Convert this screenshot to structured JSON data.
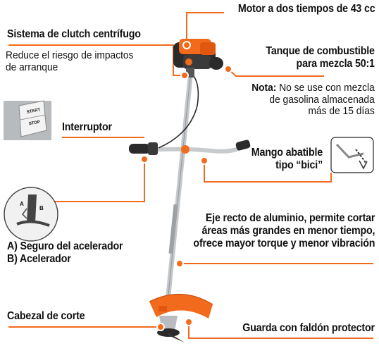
{
  "labels": {
    "motor": "Motor a dos tiempos de 43 cc",
    "clutch_title": "Sistema de clutch centrífugo",
    "clutch_desc_1": "Reduce el riesgo de impactos",
    "clutch_desc_2": "de arranque",
    "tank_1": "Tanque de combustible",
    "tank_2": "para mezcla 50:1",
    "note_bold": "Nota:",
    "note_1": " No se use con mezcla",
    "note_2": "de gasolina almacenada",
    "note_3": "más de 15 días",
    "switch": "Interruptor",
    "switch_start": "START",
    "switch_stop": "STOP",
    "handle_1": "Mango abatible",
    "handle_2": "tipo “bici”",
    "shaft_1": "Eje recto de aluminio, permite cortar",
    "shaft_2": "áreas más grandes en menor tiempo,",
    "shaft_3": "ofrece mayor torque y menor vibración",
    "throttle_a": "A)  Seguro del acelerador",
    "throttle_b": "B)  Acelerador",
    "inset_a": "A",
    "inset_b": "B",
    "head": "Cabezal de corte",
    "guard": "Guarda con faldón protector"
  },
  "colors": {
    "accent": "#f26a1b",
    "metal": "#b9bcbf",
    "dark": "#2b2b2b"
  }
}
